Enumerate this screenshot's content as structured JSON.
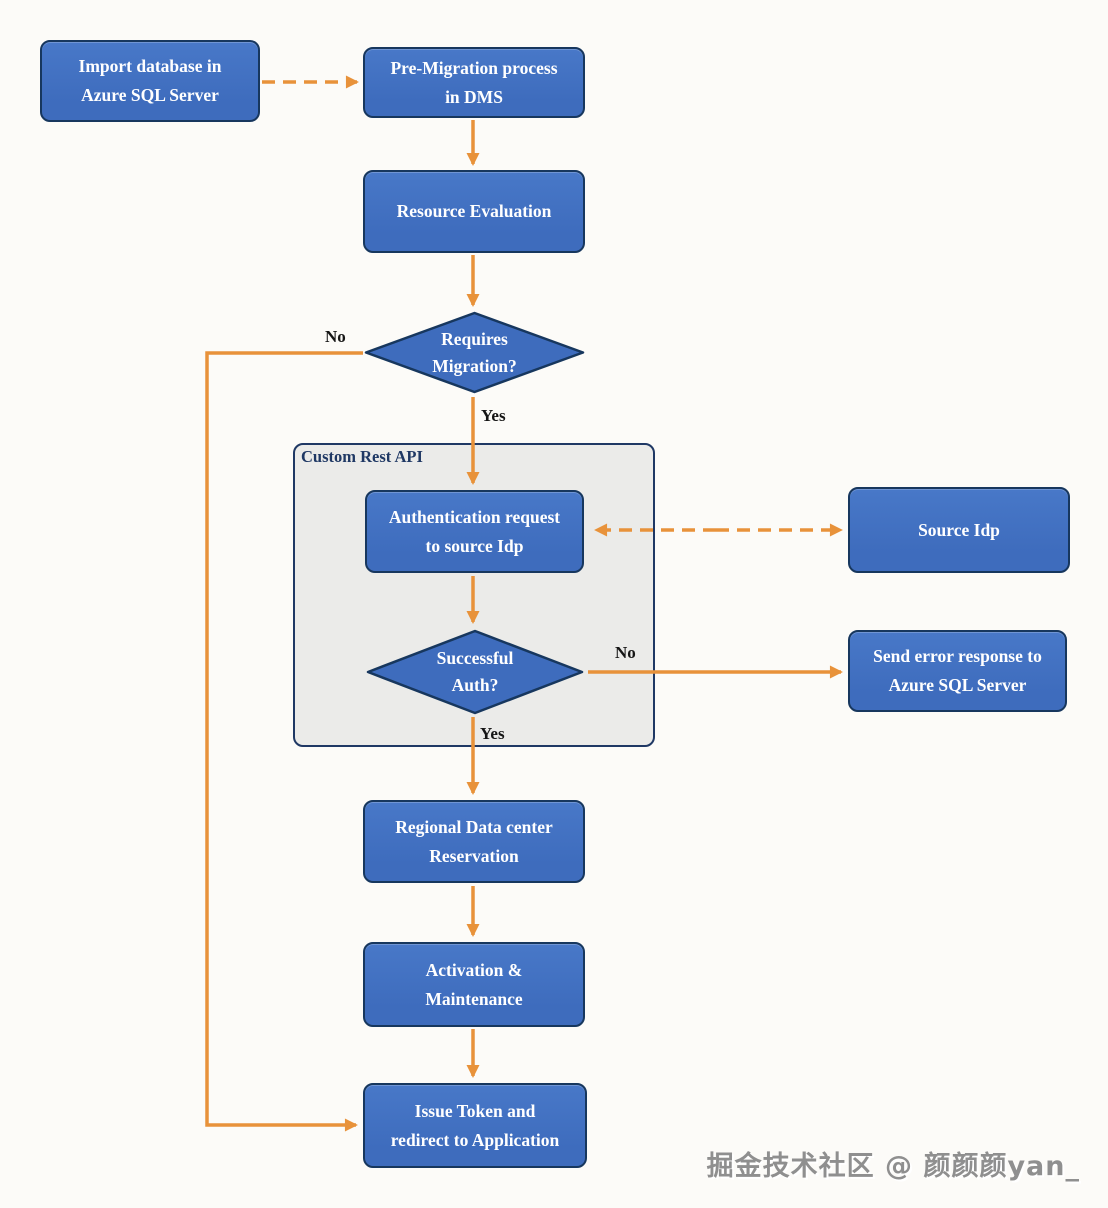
{
  "colors": {
    "background": "#FCFBF8",
    "node_fill": "#3E6CBD",
    "node_fill_light": "#4878C8",
    "node_border": "#17375E",
    "arrow": "#E8923A",
    "group_fill": "#EBEBE9",
    "group_border": "#1F3864",
    "edge_label": "#151515",
    "watermark_gray": "#8F8F8F"
  },
  "nodes": {
    "import_db": {
      "line1": "Import database in",
      "line2": "Azure SQL Server"
    },
    "pre_migration": {
      "line1": "Pre-Migration process",
      "line2": "in DMS"
    },
    "resource_evaluation": {
      "line1": "Resource Evaluation",
      "line2": ""
    },
    "requires_migration": {
      "line1": "Requires",
      "line2": "Migration?"
    },
    "auth_request": {
      "line1": "Authentication request",
      "line2": "to source Idp"
    },
    "source_idp": {
      "line1": "Source Idp",
      "line2": ""
    },
    "successful_auth": {
      "line1": "Successful",
      "line2": "Auth?"
    },
    "send_error": {
      "line1": "Send error response to",
      "line2": "Azure SQL Server"
    },
    "regional_dc": {
      "line1": "Regional Data center",
      "line2": "Reservation"
    },
    "activation": {
      "line1": "Activation &",
      "line2": "Maintenance"
    },
    "issue_token": {
      "line1": "Issue Token and",
      "line2": "redirect to Application"
    }
  },
  "container": {
    "label": "Custom Rest API"
  },
  "edge_labels": {
    "requires_no": "No",
    "requires_yes": "Yes",
    "auth_no": "No",
    "auth_yes": "Yes"
  },
  "watermark": {
    "text": "掘金技术社区 @ 颜颜颜yan_"
  }
}
